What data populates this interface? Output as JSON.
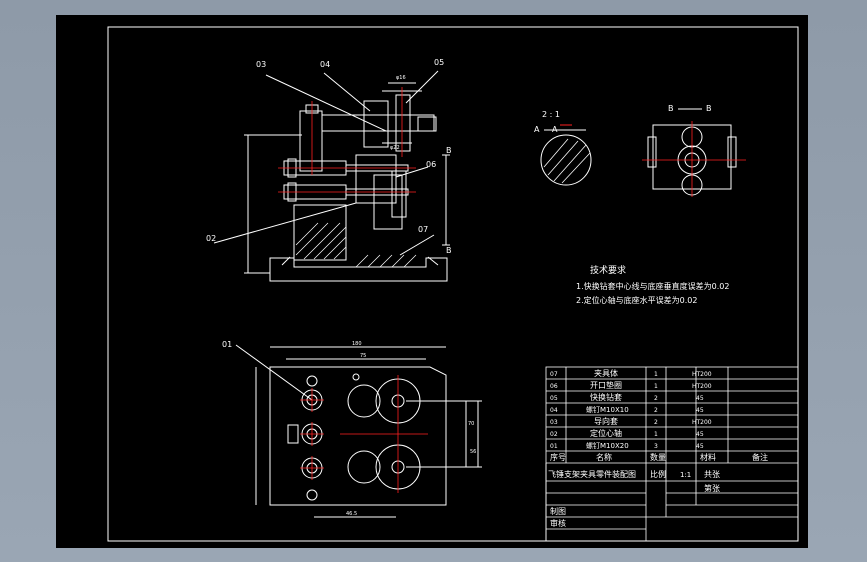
{
  "part_labels": {
    "p01": "01",
    "p02": "02",
    "p03": "03",
    "p04": "04",
    "p05": "05",
    "p06": "06",
    "p07": "07"
  },
  "section": {
    "scale_note": "2 : 1",
    "a_left": "A",
    "a_right": "A",
    "b_left": "B",
    "b_right": "B",
    "b_top": "B",
    "b_bottom": "B"
  },
  "tech_requirements": {
    "title": "技术要求",
    "line1": "1.快换钻套中心线与底座垂直度误差为0.02",
    "line2": "2.定位心轴与底座水平误差为0.02"
  },
  "dimensions": {
    "d_top_small": "φ16",
    "d_top_mid": "φ22",
    "d_width_total": "180",
    "d_width_inner": "75",
    "d_bottom": "46.5",
    "d_right_1": "70",
    "d_right_2": "56"
  },
  "parts_table": {
    "rows": [
      {
        "no": "07",
        "name": "夹具体",
        "qty": "1",
        "material": "HT200",
        "note": ""
      },
      {
        "no": "06",
        "name": "开口垫圈",
        "qty": "1",
        "material": "HT200",
        "note": ""
      },
      {
        "no": "05",
        "name": "快换钻套",
        "qty": "2",
        "material": "45",
        "note": ""
      },
      {
        "no": "04",
        "name": "螺钉M10X10",
        "qty": "2",
        "material": "45",
        "note": ""
      },
      {
        "no": "03",
        "name": "导向套",
        "qty": "2",
        "material": "HT200",
        "note": ""
      },
      {
        "no": "02",
        "name": "定位心轴",
        "qty": "1",
        "material": "45",
        "note": ""
      },
      {
        "no": "01",
        "name": "螺钉M10X20",
        "qty": "3",
        "material": "45",
        "note": ""
      }
    ],
    "header": {
      "no": "序号",
      "name": "名称",
      "qty": "数量",
      "material": "材料",
      "note": "备注"
    }
  },
  "title_block": {
    "title": "飞锤支架夹具零件装配图",
    "scale_label": "比例",
    "scale_value": "1:1",
    "sheet_label": "共张",
    "sheet2_label": "第张",
    "drawn_by": "制图",
    "checked_by": "审核"
  },
  "colors": {
    "line": "#ffffff",
    "centerline": "#ff2020",
    "dimension": "#ffffff",
    "sheet_bg": "#000000",
    "frame_bg": "#9aa6b4"
  }
}
